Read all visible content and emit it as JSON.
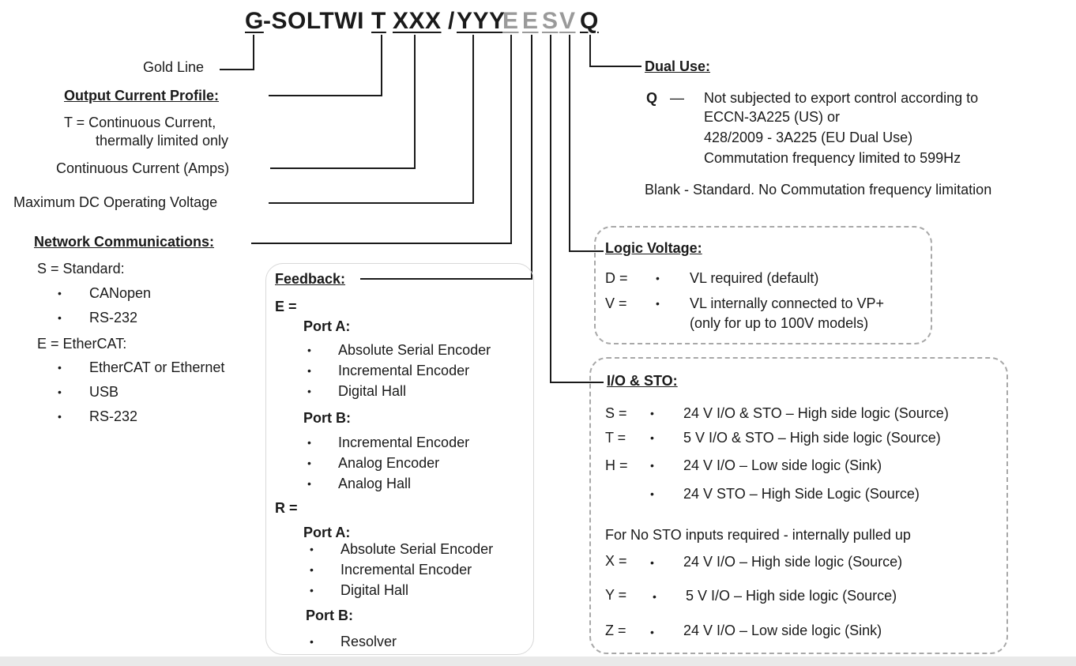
{
  "code": {
    "g": "G",
    "solt": "-SOLTWI",
    "t": "T",
    "space1": " ",
    "xxx": "XXX",
    "slash": "/",
    "yyy": "YYY",
    "e1": "E",
    "e2": "E",
    "s": "S",
    "v": "V",
    "q": "Q"
  },
  "gold": "Gold Line",
  "output": {
    "title": "Output Current Profile:",
    "line1": "T = Continuous Current,",
    "line2": "thermally limited only"
  },
  "continuous": "Continuous Current (Amps)",
  "maxv": "Maximum  DC Operating Voltage",
  "network": {
    "title": "Network Communications:",
    "s_label": "S = Standard:",
    "s_items": [
      "CANopen",
      "RS-232"
    ],
    "e_label": "E = EtherCAT:",
    "e_items": [
      "EtherCAT or Ethernet",
      "USB",
      "RS-232"
    ]
  },
  "feedback": {
    "title": "Feedback:",
    "e_label": "E =",
    "e_port_a": "Port A:",
    "e_port_a_items": [
      "Absolute Serial Encoder",
      "Incremental Encoder",
      "Digital Hall"
    ],
    "e_port_b": "Port B:",
    "e_port_b_items": [
      "Incremental Encoder",
      "Analog Encoder",
      "Analog Hall"
    ],
    "r_label": "R =",
    "r_port_a": "Port A:",
    "r_port_a_items": [
      "Absolute Serial Encoder",
      "Incremental Encoder",
      "Digital Hall"
    ],
    "r_port_b": "Port B:",
    "r_port_b_items": [
      "Resolver"
    ]
  },
  "dual": {
    "title": "Dual Use:",
    "q_label": "Q",
    "dash": "—",
    "q_lines": [
      "Not subjected to export control according to",
      "ECCN-3A225 (US) or",
      "428/2009 - 3A225 (EU Dual Use)",
      "Commutation frequency limited to 599Hz"
    ],
    "blank": "Blank -  Standard. No Commutation frequency limitation"
  },
  "logic": {
    "title": "Logic Voltage:",
    "rows": [
      {
        "code": "D =",
        "text": "VL required (default)"
      },
      {
        "code": "V =",
        "text": "VL internally connected to VP+"
      }
    ],
    "note": "(only for up to 100V models)"
  },
  "io": {
    "title": "I/O & STO:",
    "rows": [
      {
        "code": "S =",
        "text": "24 V I/O & STO – High side logic (Source)"
      },
      {
        "code": "T =",
        "text": "5 V I/O & STO – High side logic (Source)"
      },
      {
        "code": "H =",
        "text": "24 V I/O – Low side logic (Sink)"
      },
      {
        "code": "",
        "text": "24 V STO – High Side Logic (Source)"
      }
    ],
    "note": "For No STO inputs required - internally pulled up",
    "rows2": [
      {
        "code": "X =",
        "text": "24 V I/O – High side logic (Source)"
      },
      {
        "code": "Y =",
        "text": "5 V I/O – High side logic (Source)"
      },
      {
        "code": "Z =",
        "text": "24 V I/O – Low side logic (Sink)"
      }
    ]
  },
  "bullet": "•"
}
